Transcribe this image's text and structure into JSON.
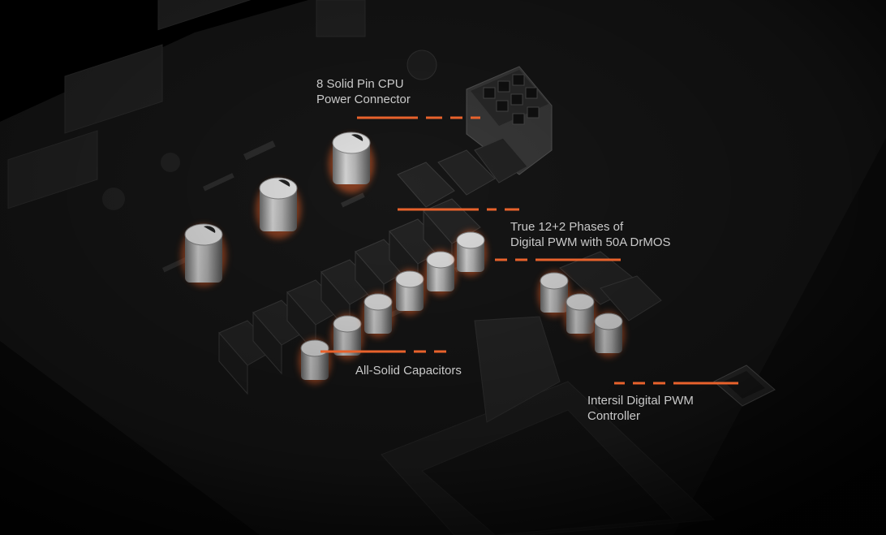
{
  "callouts": {
    "cpu_power": {
      "line1": "8 Solid Pin CPU",
      "line2": "Power Connector"
    },
    "phases": {
      "line1": "True 12+2 Phases of",
      "line2": "Digital PWM with 50A DrMOS"
    },
    "capacitors": {
      "line1": "All-Solid Capacitors"
    },
    "pwm_controller": {
      "line1": "Intersil Digital PWM",
      "line2": "Controller"
    }
  },
  "colors": {
    "accent": "#e8622c",
    "background": "#000000",
    "board": "#1b1b1b",
    "text": "#c9c9c9"
  }
}
